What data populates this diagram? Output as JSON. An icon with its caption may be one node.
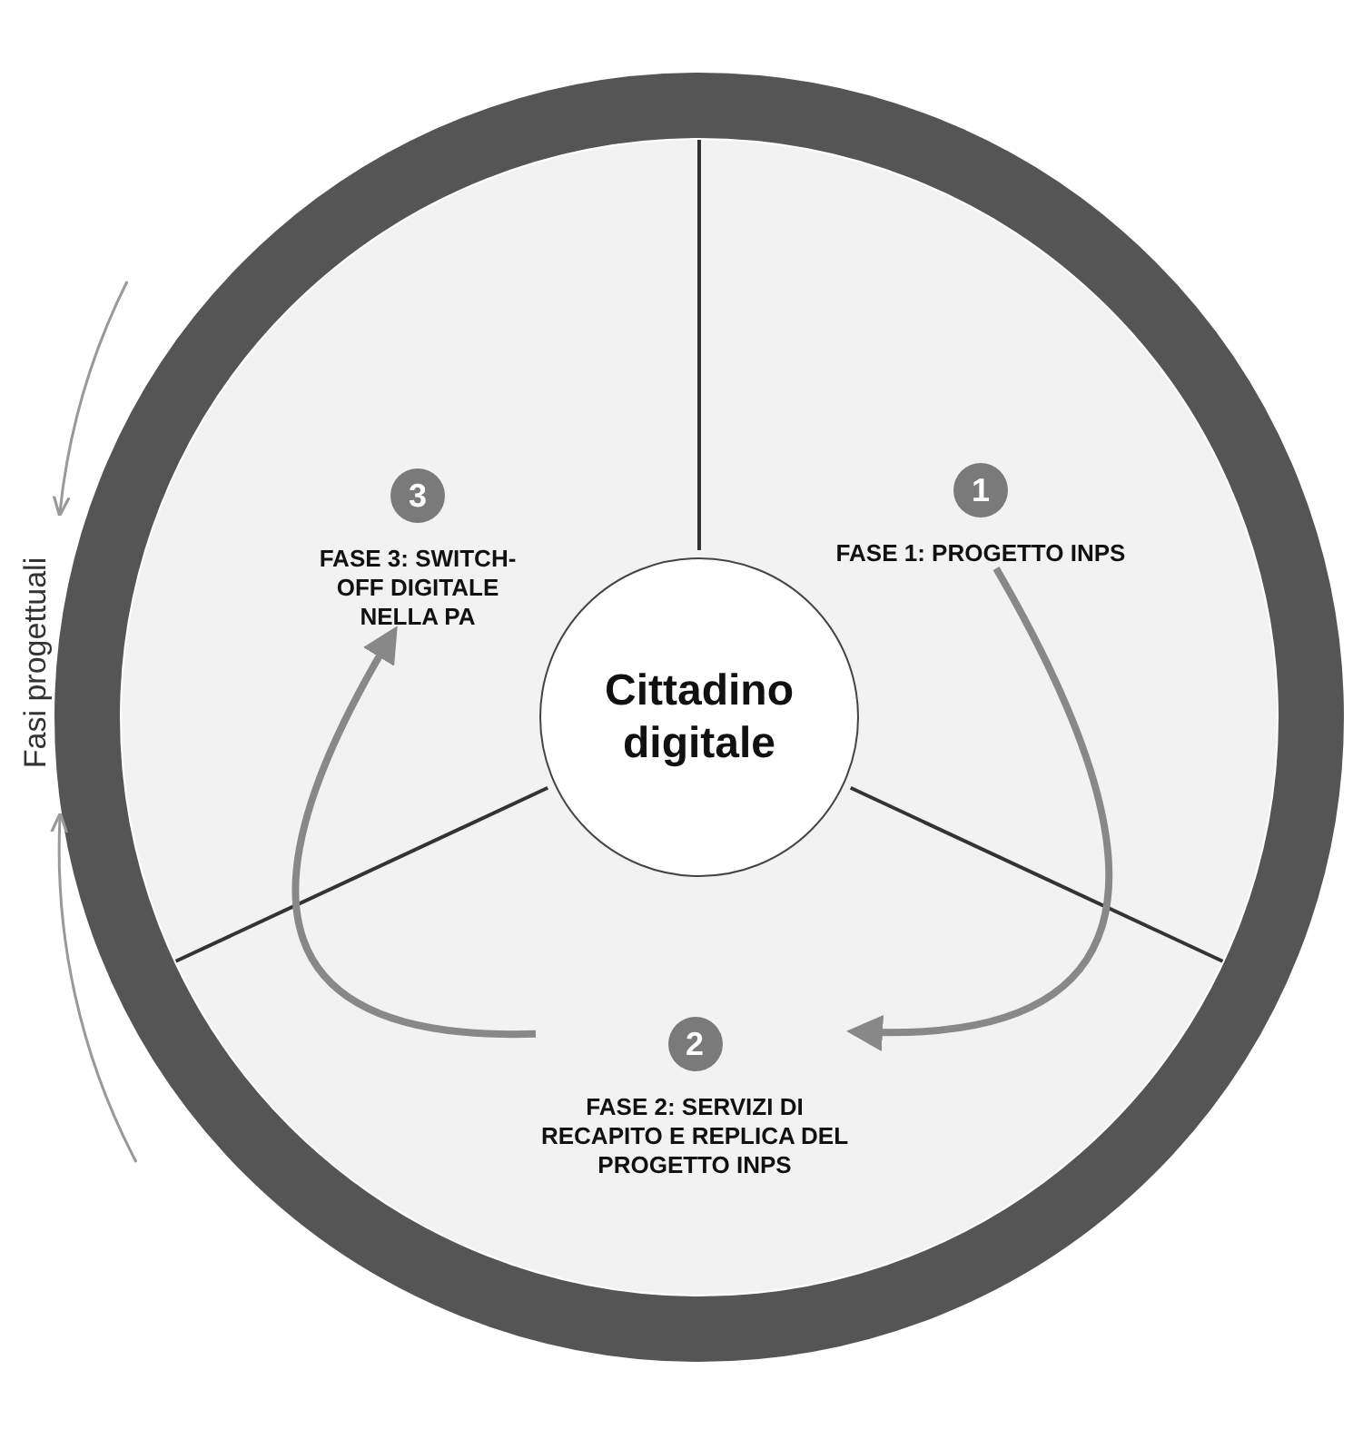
{
  "diagram": {
    "nodes": [
      {
        "text": [
          "1",
          "FASE 1: PROGETTO INPS"
        ]
      },
      {
        "text": [
          "2",
          "FASE 2: SERVIZI DI RECAPITO E REPLICA DEL PROGETTO INPS"
        ]
      },
      {
        "text": [
          "3",
          "FASE 3: SWITCH-OFF DIGITALE NELLA PA"
        ]
      },
      {
        "text": [
          "Cittadino digitale"
        ]
      }
    ],
    "edges": [
      {
        "from": 0,
        "to": 1,
        "arrow": "to"
      },
      {
        "from": 1,
        "to": 2,
        "arrow": "to"
      }
    ],
    "labels": [
      "Fasi progettuali"
    ]
  }
}
